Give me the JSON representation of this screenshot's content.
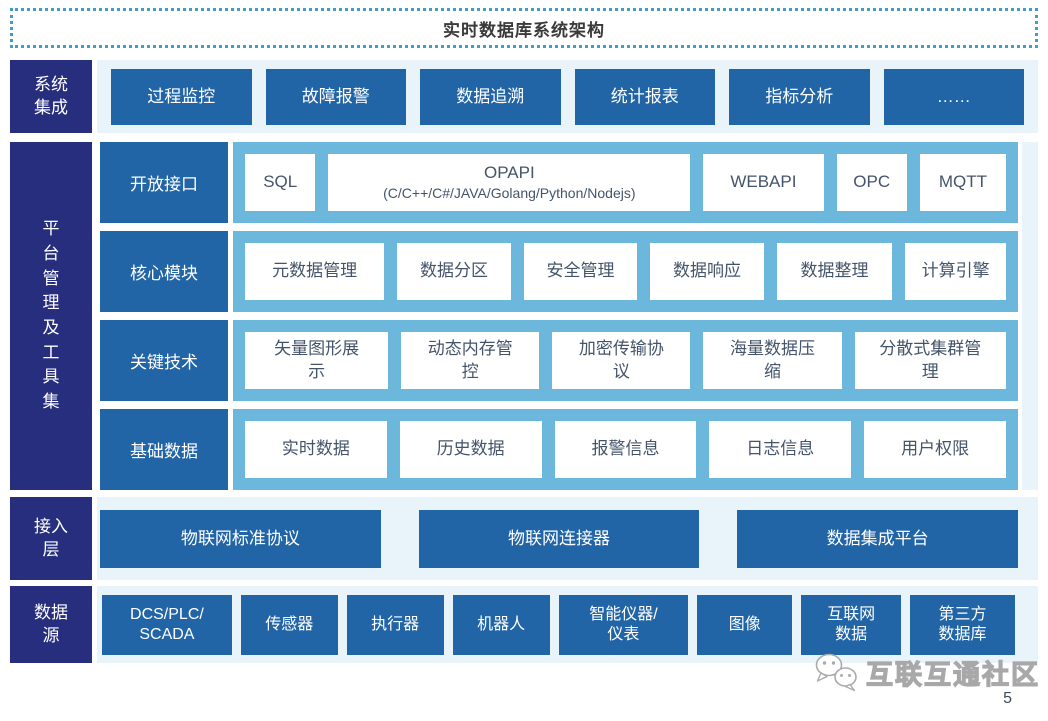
{
  "title": "实时数据库系统架构",
  "system_integration": {
    "label": "系统\n集成",
    "items": [
      "过程监控",
      "故障报警",
      "数据追溯",
      "统计报表",
      "指标分析",
      "……"
    ]
  },
  "platform": {
    "label": "平台管理及工具集",
    "rows": [
      {
        "category": "开放接口",
        "boxes": [
          {
            "text": "SQL"
          },
          {
            "text": "OPAPI",
            "subtext": "(C/C++/C#/JAVA/Golang/Python/Nodejs)"
          },
          {
            "text": "WEBAPI"
          },
          {
            "text": "OPC"
          },
          {
            "text": "MQTT"
          }
        ]
      },
      {
        "category": "核心模块",
        "boxes": [
          {
            "text": "元数据管理"
          },
          {
            "text": "数据分区"
          },
          {
            "text": "安全管理"
          },
          {
            "text": "数据响应"
          },
          {
            "text": "数据整理"
          },
          {
            "text": "计算引擎"
          }
        ]
      },
      {
        "category": "关键技术",
        "boxes": [
          {
            "text": "矢量图形展\n示"
          },
          {
            "text": "动态内存管\n控"
          },
          {
            "text": "加密传输协\n议"
          },
          {
            "text": "海量数据压\n缩"
          },
          {
            "text": "分散式集群管\n理"
          }
        ]
      },
      {
        "category": "基础数据",
        "boxes": [
          {
            "text": "实时数据"
          },
          {
            "text": "历史数据"
          },
          {
            "text": "报警信息"
          },
          {
            "text": "日志信息"
          },
          {
            "text": "用户权限"
          }
        ]
      }
    ]
  },
  "access_layer": {
    "label": "接入\n层",
    "items": [
      "物联网标准协议",
      "物联网连接器",
      "数据集成平台"
    ]
  },
  "data_source": {
    "label": "数据\n源",
    "items": [
      "DCS/PLC/\nSCADA",
      "传感器",
      "执行器",
      "机器人",
      "智能仪器/\n仪表",
      "图像",
      "互联网\n数据",
      "第三方\n数据库"
    ]
  },
  "footer": {
    "watermark": "互联互通社区",
    "page_number": "5"
  },
  "colors": {
    "navy": "#272e7d",
    "blue": "#2165a7",
    "light_blue": "#6cb8dd",
    "pale_blue": "#e8f3fa",
    "box_text": "#44546a",
    "dotted_border": "#3e9ec4"
  }
}
